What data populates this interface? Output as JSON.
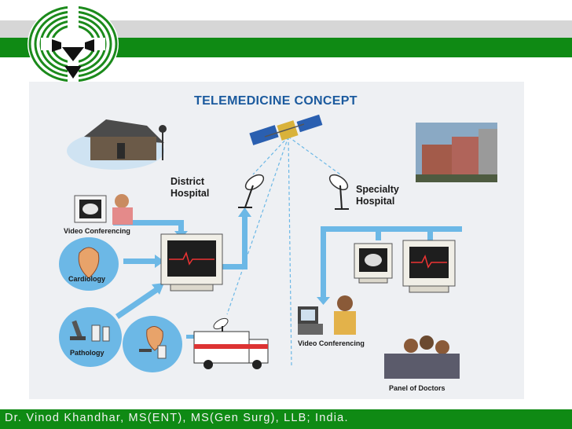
{
  "diagram": {
    "title": "TELEMEDICINE CONCEPT",
    "district_hospital": "District Hospital",
    "specialty_hospital": "Specialty Hospital",
    "video_conferencing_left": "Video Conferencing",
    "cardiology": "Cardiology",
    "pathology": "Pathology",
    "video_conferencing_right": "Video Conferencing",
    "panel_of_doctors": "Panel of Doctors"
  },
  "footer": {
    "text": "Dr. Vinod Khandhar, MS(ENT), MS(Gen Surg), LLB; India."
  },
  "colors": {
    "header_green": "#0f8a14",
    "header_gray": "#d6d6d6",
    "flow_arrow": "#6cb8e6",
    "title_blue": "#1b5a9e"
  }
}
